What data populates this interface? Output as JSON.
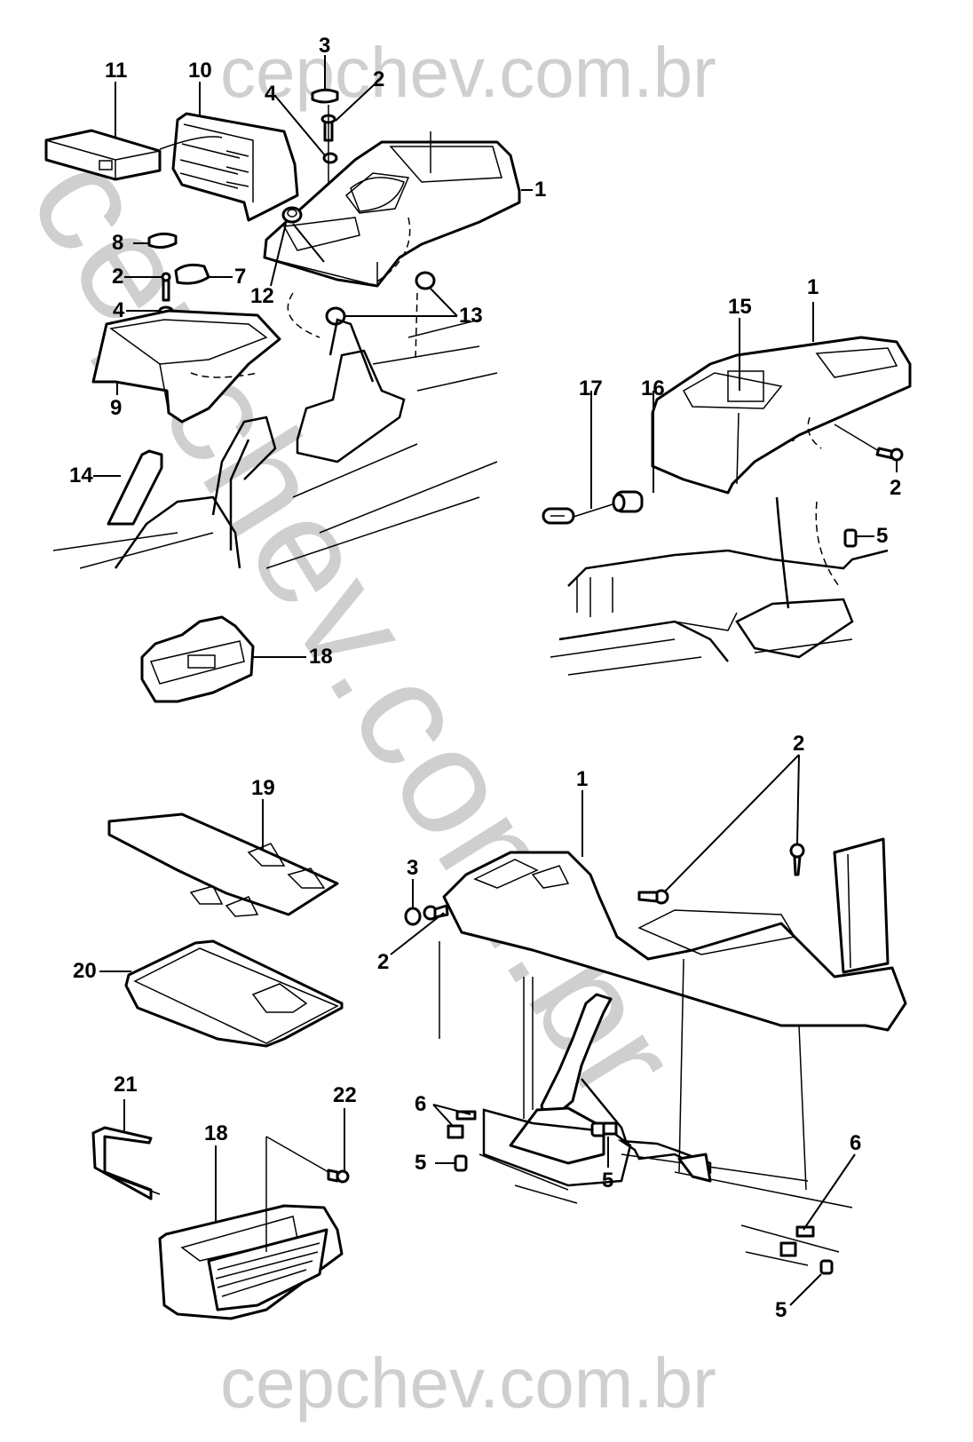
{
  "watermark": {
    "text": "cepchev.com.br",
    "color": "#cfcfcf"
  },
  "diagram": {
    "type": "exploded-parts-view",
    "line_color": "#000000",
    "groups": [
      {
        "name": "console-manual-top-left",
        "callouts": [
          "11",
          "10",
          "3",
          "2",
          "4",
          "1",
          "8",
          "2",
          "7",
          "4",
          "12",
          "13",
          "9",
          "14"
        ]
      },
      {
        "name": "console-automatic-right",
        "callouts": [
          "15",
          "1",
          "17",
          "16",
          "2",
          "5"
        ]
      },
      {
        "name": "ashtray-small",
        "callouts": [
          "18"
        ]
      },
      {
        "name": "tray-and-insert",
        "callouts": [
          "19",
          "20"
        ]
      },
      {
        "name": "ashtray-assembly",
        "callouts": [
          "21",
          "18",
          "22"
        ]
      },
      {
        "name": "console-long-bottom-right",
        "callouts": [
          "2",
          "1",
          "3",
          "2",
          "6",
          "5",
          "5",
          "6",
          "5"
        ]
      }
    ]
  },
  "labels": {
    "c11": "11",
    "c10": "10",
    "c3a": "3",
    "c2a": "2",
    "c4a": "4",
    "c1a": "1",
    "c8": "8",
    "c2b": "2",
    "c7": "7",
    "c4b": "4",
    "c12": "12",
    "c13": "13",
    "c9": "9",
    "c14": "14",
    "c1b": "1",
    "c15": "15",
    "c17": "17",
    "c16": "16",
    "c2c": "2",
    "c5a": "5",
    "c18a": "18",
    "c19": "19",
    "c20": "20",
    "c21": "21",
    "c18b": "18",
    "c22": "22",
    "c2d": "2",
    "c1c": "1",
    "c3b": "3",
    "c2e": "2",
    "c6a": "6",
    "c5b": "5",
    "c5c": "5",
    "c6b": "6",
    "c5d": "5"
  }
}
